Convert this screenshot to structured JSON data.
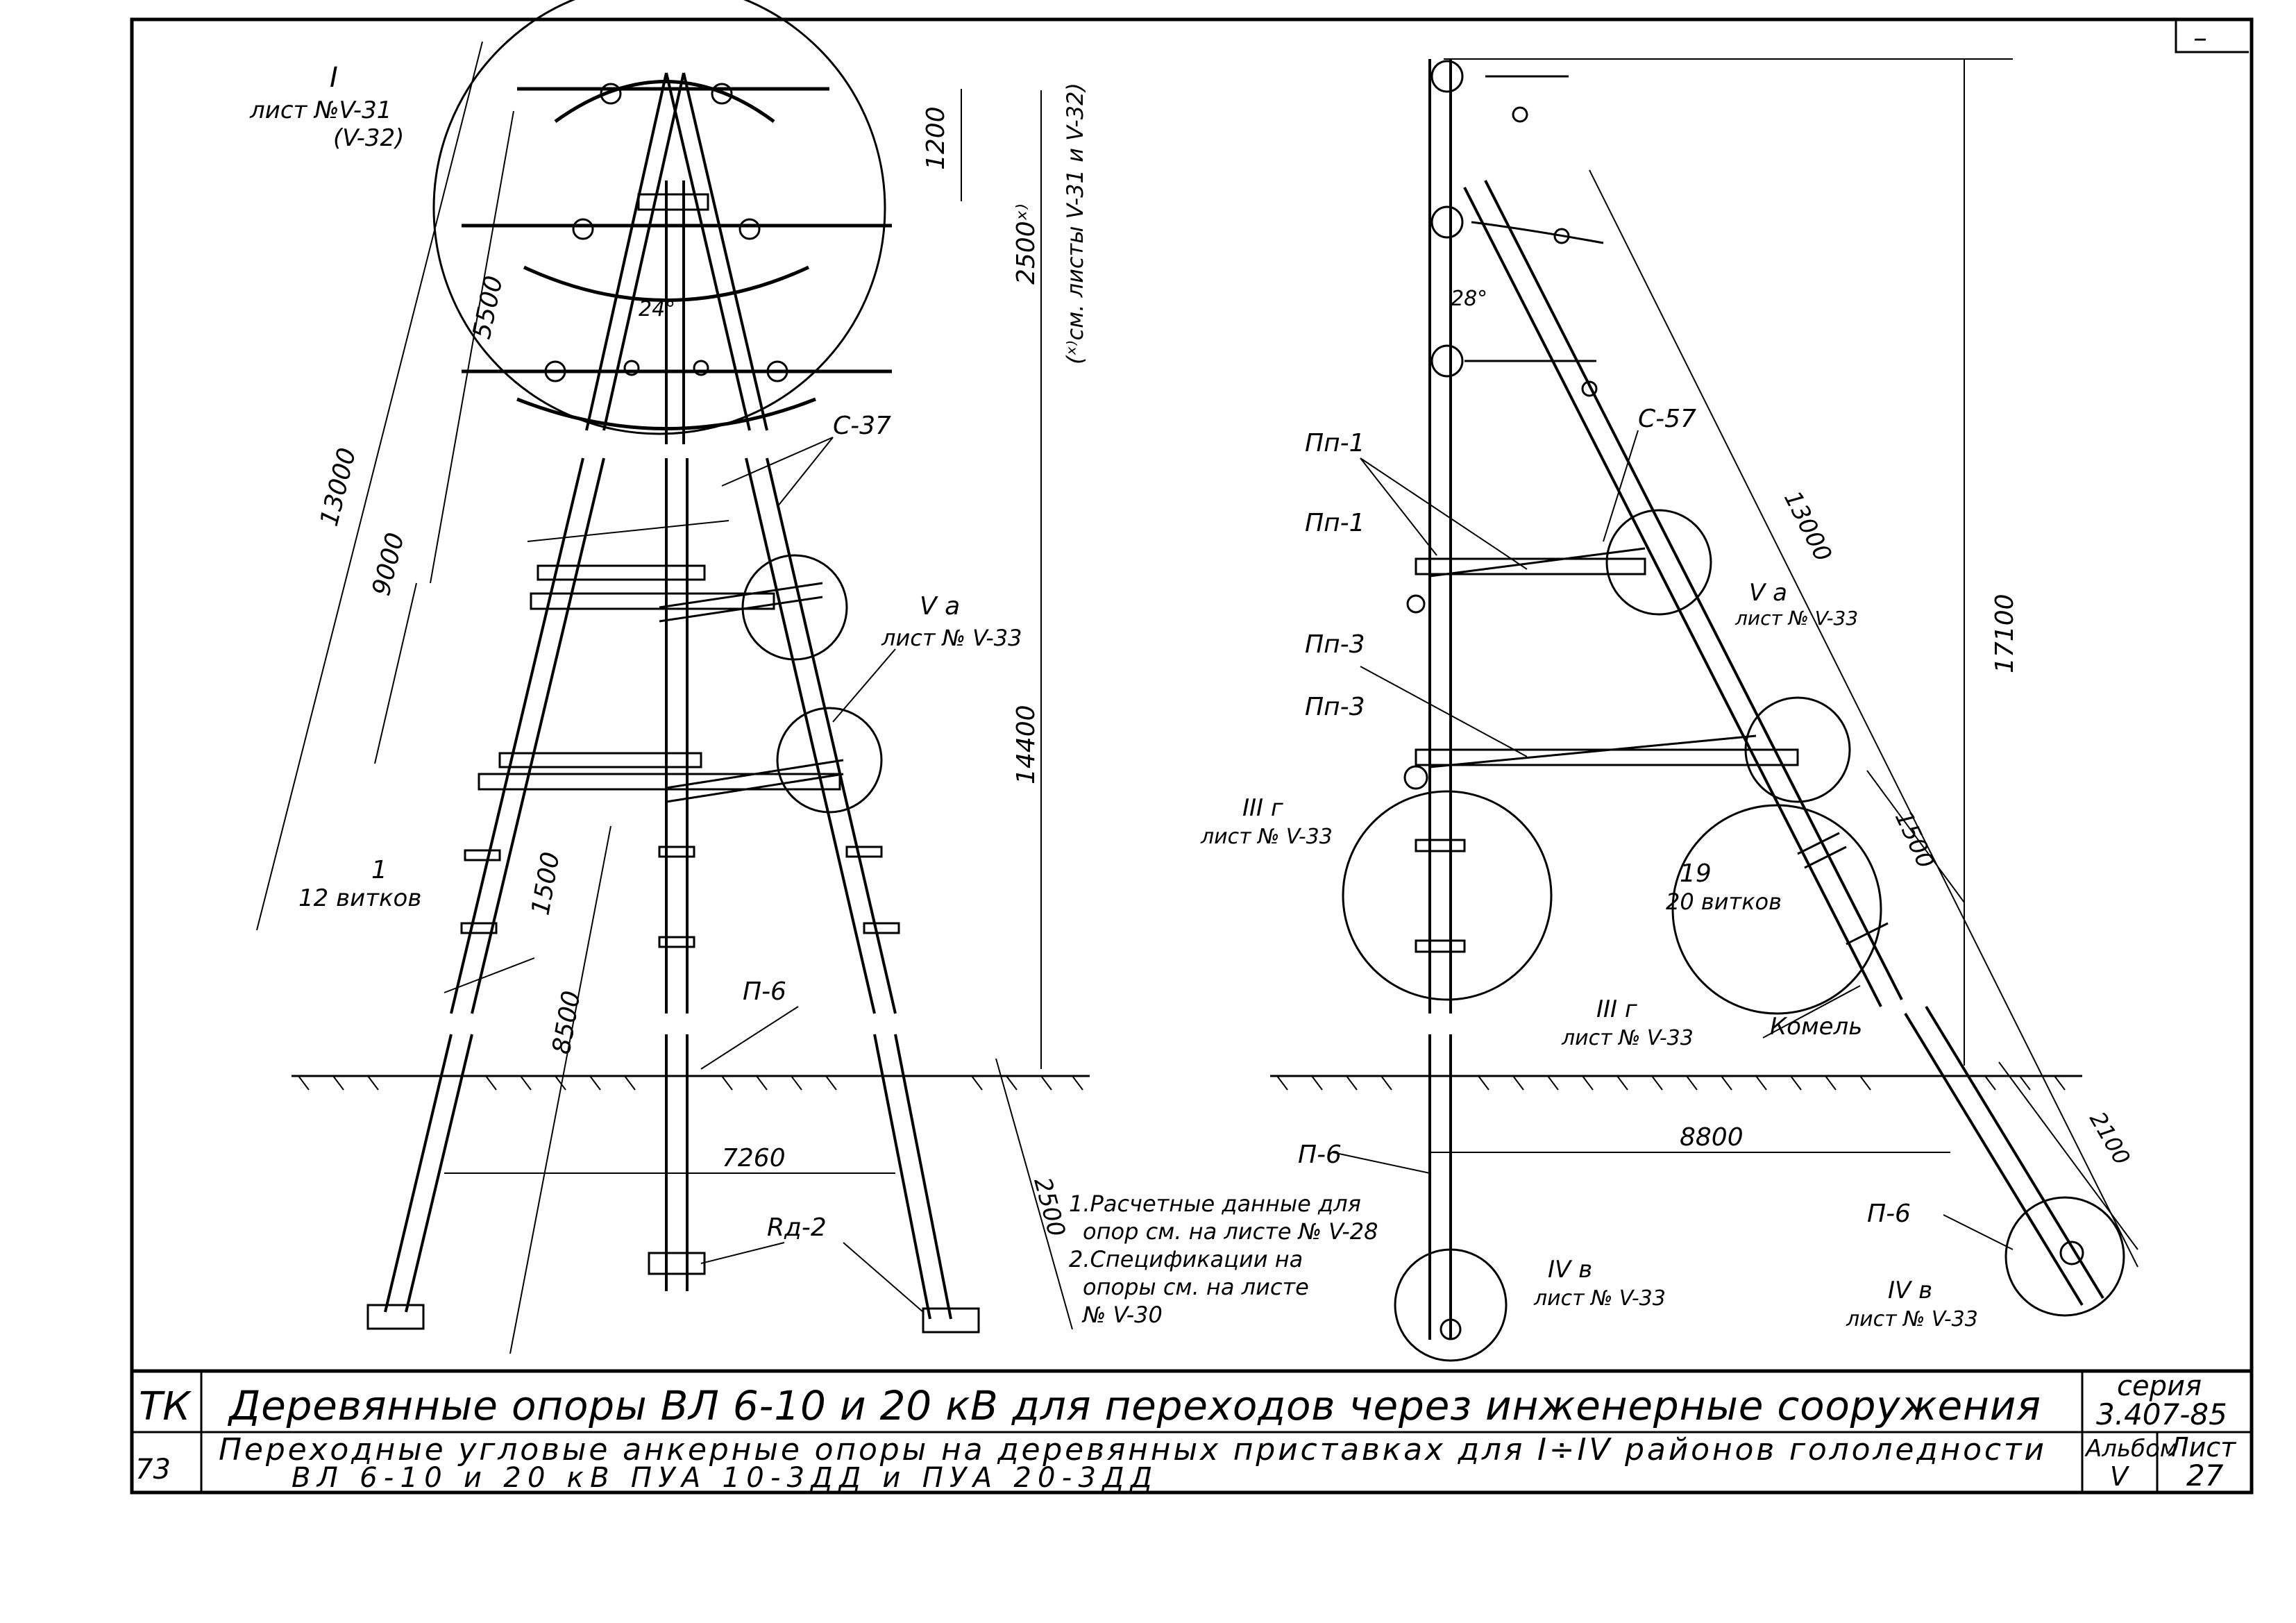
{
  "title_block": {
    "main_title": "Деревянные опоры ВЛ 6-10 и 20 кВ для переходов через инженерные сооружения",
    "sub_title_1": "Переходные угловые анкерные опоры на деревянных приставках для I÷IV районов гололедности",
    "sub_title_2": "ВЛ 6-10 и 20 кВ        ПУА 10-3ДД и ПУА 20-3ДД",
    "left_code_1": "ТК",
    "left_code_2": "73",
    "series_label": "серия",
    "series_value": "3.407-85",
    "album_label": "Альбом",
    "album_value": "V",
    "sheet_label": "Лист",
    "sheet_value": "27"
  },
  "left_view": {
    "callout_I": "I",
    "callout_I_ref": "лист №V-31",
    "callout_I_ref2": "(V-32)",
    "dim_1200": "1200",
    "dim_2500x": "2500ˣ⁾",
    "dim_note": "(ˣ⁾см. листы V-31 и V-32)",
    "dim_5500": "5500",
    "angle_24": "24°",
    "label_c37": "С-37",
    "dim_13000": "13000",
    "dim_9000": "9000",
    "callout_Va": "V а",
    "callout_Va_ref": "лист № V-33",
    "dim_14400": "14400",
    "item_1": "1",
    "item_1_text": "12 витков",
    "dim_1500": "1500",
    "dim_8500": "8500",
    "label_p6": "П-6",
    "dim_7260": "7260",
    "dim_2500": "2500",
    "label_rd2": "Rд-2"
  },
  "right_view": {
    "angle_28": "28°",
    "label_c57": "С-57",
    "label_pp1_a": "Пп-1",
    "label_pp1_b": "Пп-1",
    "label_pp3_a": "Пп-3",
    "label_pp3_b": "Пп-3",
    "dim_13000": "13000",
    "callout_Va": "V а",
    "callout_Va_ref": "лист № V-33",
    "dim_17100": "17100",
    "callout_IIIg": "III г",
    "callout_IIIg_ref": "лист № V-33",
    "dim_1500": "1500",
    "item_19": "19",
    "item_19_text": "20 витков",
    "callout_IIIg2": "III г",
    "callout_IIIg2_ref": "лист № V-33",
    "label_komel": "Комель",
    "dim_8800": "8800",
    "dim_2100": "2100",
    "label_p6_a": "П-6",
    "label_p6_b": "П-6",
    "callout_IVv": "IV в",
    "callout_IVv_ref": "лист № V-33",
    "callout_IVv2": "IV в",
    "callout_IVv2_ref": "лист № V-33"
  },
  "notes": {
    "note_1a": "1.Расчетные данные для",
    "note_1b": "опор см. на листе № V-28",
    "note_2a": "2.Спецификации на",
    "note_2b": "опоры см. на листе",
    "note_2c": "№ V-30"
  },
  "corner_mark": "–"
}
